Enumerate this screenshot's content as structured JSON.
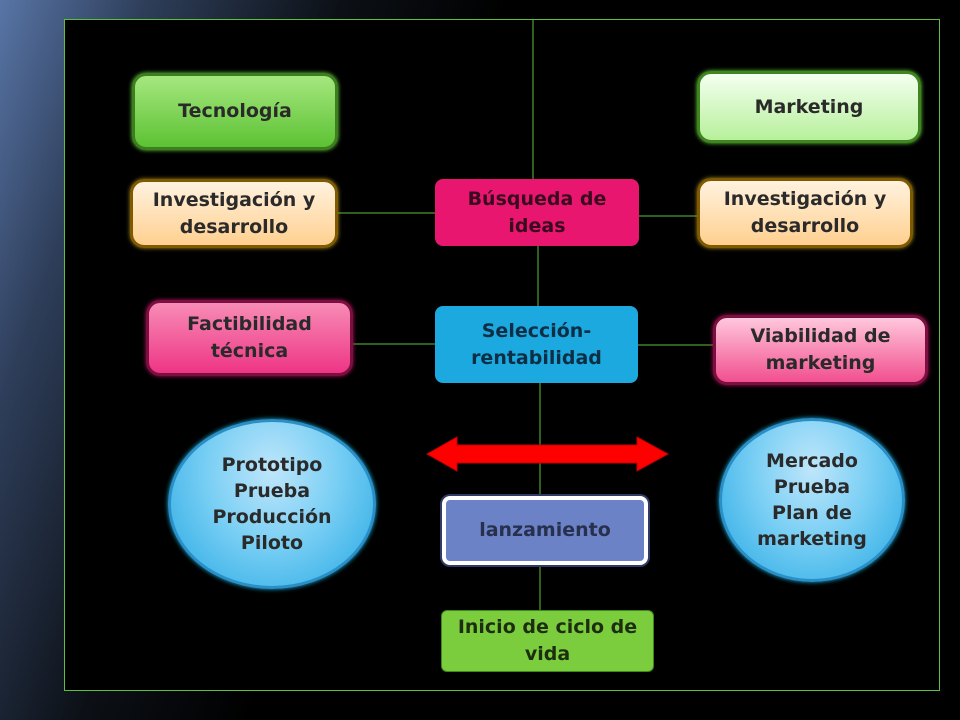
{
  "diagram": {
    "left": {
      "header": "Tecnología",
      "rd": "Investigación y desarrollo",
      "feasibility": "Factibilidad técnica",
      "prototype_lines": [
        "Prototipo",
        "Prueba",
        "Producción",
        "Piloto"
      ]
    },
    "center": {
      "search": "Búsqueda de ideas",
      "selection": "Selección- rentabilidad",
      "launch": "lanzamiento",
      "lifecycle": "Inicio de ciclo de vida"
    },
    "right": {
      "header": "Marketing",
      "rd": "Investigación y desarrollo",
      "viability": "Viabilidad de marketing",
      "market_lines": [
        "Mercado",
        "Prueba",
        "Plan de",
        "marketing"
      ]
    }
  },
  "colors": {
    "frame_line": "#5fbf3c",
    "arrow": "#ff0000",
    "search_box": "#e8166f",
    "selection_box": "#1ba9df",
    "launch_box": "#6b82c6",
    "lifecycle_box": "#7ccd3d"
  }
}
